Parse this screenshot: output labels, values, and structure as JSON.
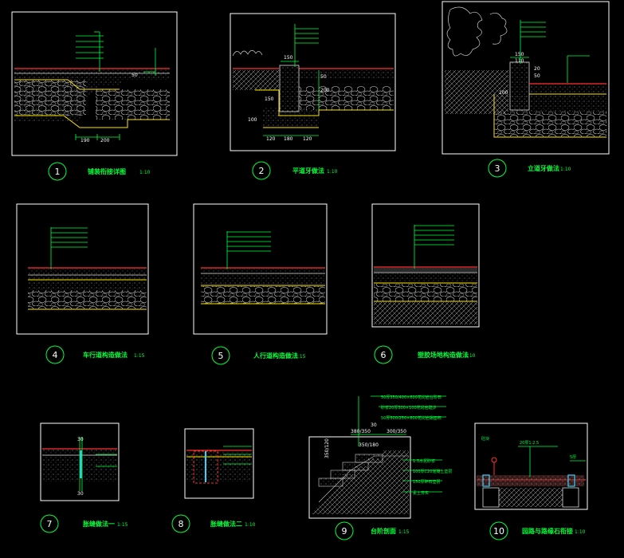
{
  "details": [
    {
      "number": "1",
      "title": "铺装衔接详图",
      "scale": "1:10",
      "dims": [
        "190",
        "200",
        "50"
      ]
    },
    {
      "number": "2",
      "title": "平道牙做法",
      "scale": "1:10",
      "dims": [
        "150",
        "120",
        "180",
        "120",
        "100",
        "150",
        "200",
        "50"
      ]
    },
    {
      "number": "3",
      "title": "立道牙做法",
      "scale": "1:10",
      "dims": [
        "150",
        "110",
        "100",
        "50",
        "20"
      ]
    },
    {
      "number": "4",
      "title": "车行道构造做法",
      "scale": "1:15"
    },
    {
      "number": "5",
      "title": "人行道构造做法",
      "scale": "1:15"
    },
    {
      "number": "6",
      "title": "塑胶场地构造做法",
      "scale": "1:10"
    },
    {
      "number": "7",
      "title": "胀缝做法一",
      "scale": "1:15",
      "dims": [
        "30",
        "30"
      ]
    },
    {
      "number": "8",
      "title": "胀缝做法二",
      "scale": "1:10"
    },
    {
      "number": "9",
      "title": "台阶剖面",
      "scale": "1:15",
      "dims": [
        "380/350",
        "300/350",
        "350/180",
        "30",
        "350/120"
      ],
      "notes": [
        "50厚350/400×600花岗岩台阶石",
        "砂浆20厚300×100花岗岩踏步",
        "50厚300/250×600花岗岩踢面石",
        "1:3水泥砂浆",
        "100厚C20混凝土垫层",
        "150厚碎石垫层",
        "素土夯实"
      ]
    },
    {
      "number": "10",
      "title": "园路与路缘石衔接",
      "scale": "1:10",
      "labels": [
        "砼块",
        "20厚1:2.5",
        "5厚"
      ]
    }
  ],
  "colors": {
    "line": "#00ff3c",
    "frame": "#ffffff",
    "gravel": "#ffe600",
    "surface": "#ff3030"
  }
}
